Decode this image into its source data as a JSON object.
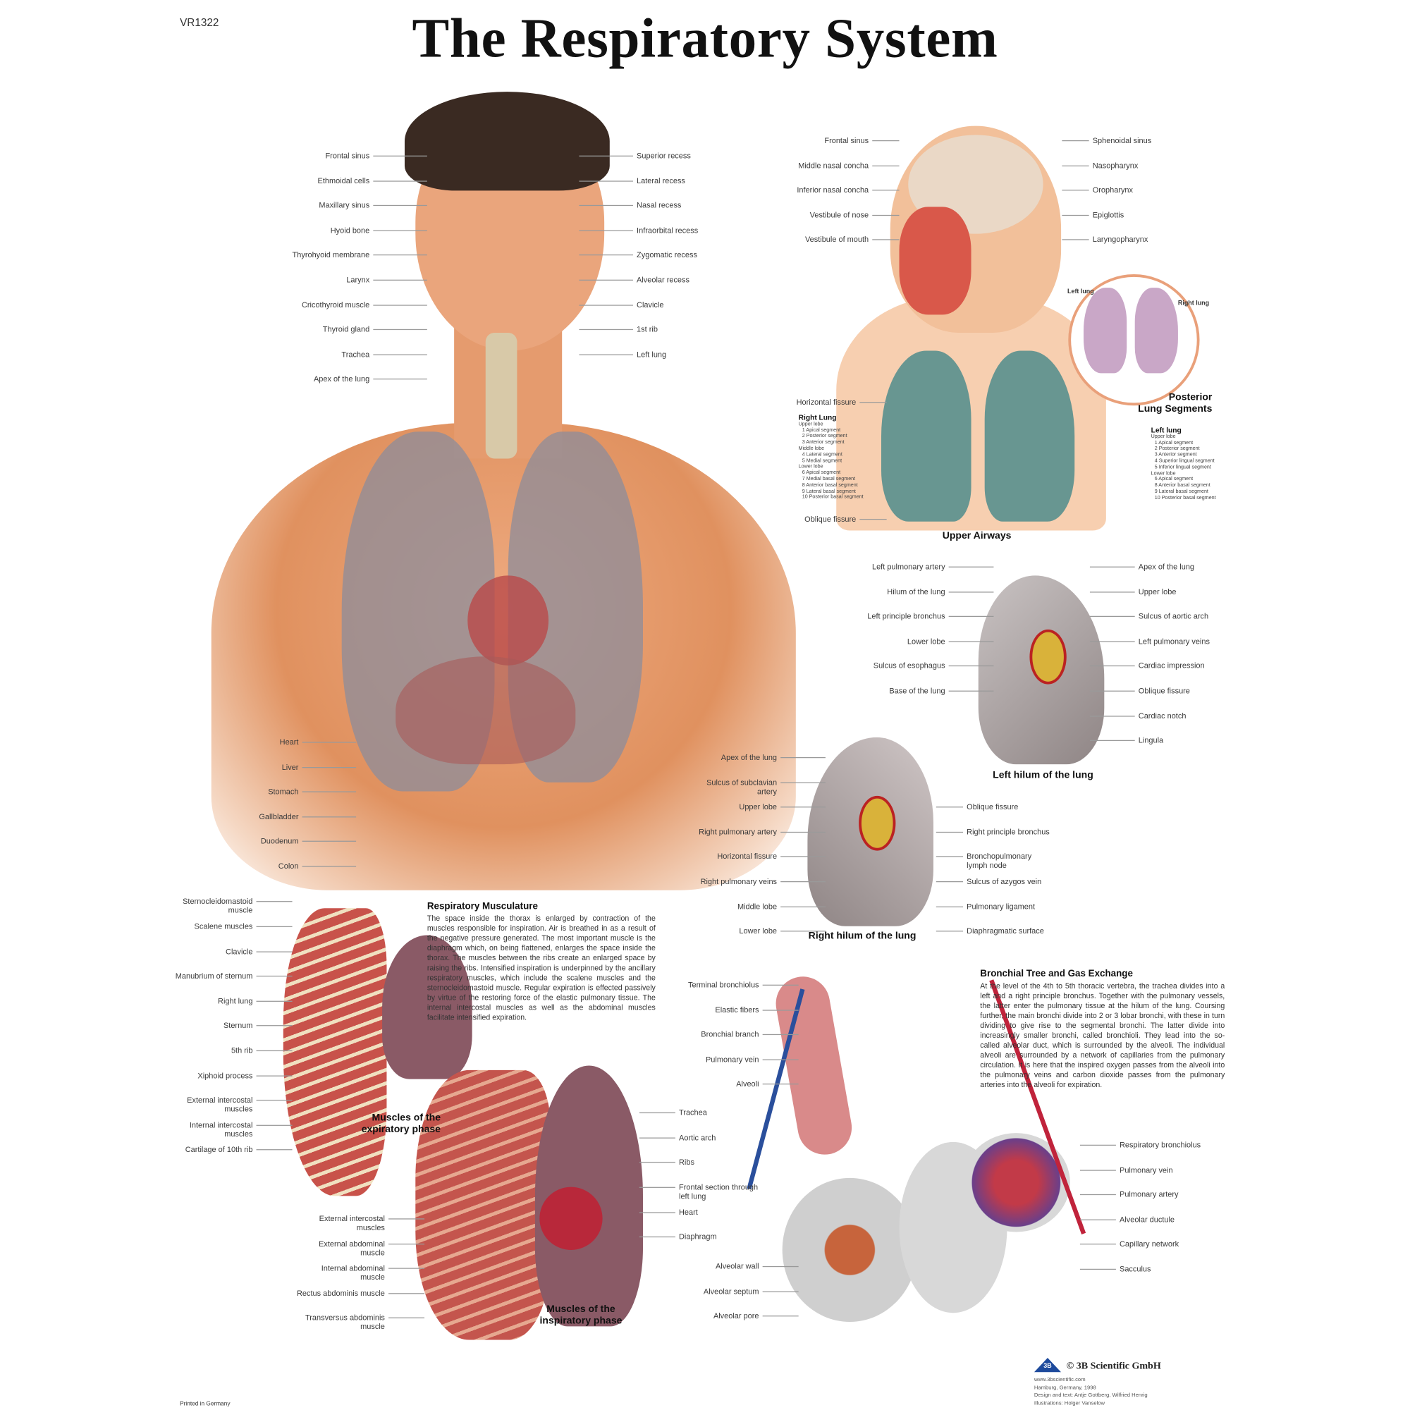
{
  "header": {
    "code": "VR1322",
    "title": "The Respiratory System"
  },
  "main_figure": {
    "left_labels": [
      "Frontal sinus",
      "Ethmoidal cells",
      "Maxillary sinus",
      "Hyoid bone",
      "Thyrohyoid membrane",
      "Larynx",
      "Cricothyroid muscle",
      "Thyroid gland",
      "Trachea",
      "Apex of the lung"
    ],
    "right_labels": [
      "Superior recess",
      "Lateral recess",
      "Nasal recess",
      "Infraorbital recess",
      "Zygomatic recess",
      "Alveolar recess",
      "Clavicle",
      "1st rib",
      "Left lung"
    ],
    "organ_labels": [
      "Heart",
      "Liver",
      "Stomach",
      "Gallbladder",
      "Duodenum",
      "Colon"
    ]
  },
  "upper_airways": {
    "caption": "Upper Airways",
    "left_labels": [
      "Frontal sinus",
      "Middle nasal concha",
      "Inferior nasal concha",
      "Vestibule of nose",
      "Vestibule of mouth"
    ],
    "right_labels": [
      "Sphenoidal sinus",
      "Nasopharynx",
      "Oropharynx",
      "Epiglottis",
      "Laryngopharynx"
    ],
    "horizontal_fissure": "Horizontal fissure",
    "oblique_fissure": "Oblique fissure",
    "right_lung_list": {
      "title": "Right Lung",
      "items": [
        "Upper lobe",
        "1  Apical segment",
        "2  Posterior segment",
        "3  Anterior segment",
        "Middle lobe",
        "4  Lateral segment",
        "5  Medial segment",
        "Lower lobe",
        "6  Apical segment",
        "7  Medial basal segment",
        "8  Anterior basal segment",
        "9  Lateral basal segment",
        "10  Posterior basal segment"
      ]
    }
  },
  "posterior_segments": {
    "caption_line1": "Posterior",
    "caption_line2": "Lung Segments",
    "left_lung_tag": "Left lung",
    "right_lung_tag": "Right lung",
    "left_lung_list": {
      "title": "Left lung",
      "items": [
        "Upper lobe",
        "1  Apical segment",
        "2  Posterior segment",
        "3  Anterior segment",
        "4  Superior lingual segment",
        "5  Inferior lingual segment",
        "Lower lobe",
        "6  Apical segment",
        "8  Anterior basal segment",
        "9  Lateral basal segment",
        "10  Posterior basal segment"
      ]
    }
  },
  "left_hilum": {
    "caption": "Left hilum of the lung",
    "left_labels": [
      "Left pulmonary artery",
      "Hilum of the lung",
      "Left principle bronchus",
      "Lower lobe",
      "Sulcus of esophagus",
      "Base of the lung"
    ],
    "right_labels": [
      "Apex of the lung",
      "Upper lobe",
      "Sulcus of aortic arch",
      "Left pulmonary veins",
      "Cardiac impression",
      "Oblique fissure",
      "Cardiac notch",
      "Lingula"
    ]
  },
  "right_hilum": {
    "caption": "Right hilum of the lung",
    "left_labels": [
      "Apex of the lung",
      "Sulcus of subclavian artery",
      "Upper lobe",
      "Right pulmonary artery",
      "Horizontal fissure",
      "Right pulmonary veins",
      "Middle lobe",
      "Lower lobe"
    ],
    "right_labels": [
      "Oblique fissure",
      "Right principle bronchus",
      "Bronchopulmonary lymph node",
      "Sulcus of azygos vein",
      "Pulmonary ligament",
      "Diaphragmatic surface"
    ]
  },
  "musculature": {
    "heading": "Respiratory Musculature",
    "text": "The space inside the thorax is enlarged by contraction of the muscles responsible for inspiration. Air is breathed in as a result of the negative pressure generated. The most important muscle is the diaphragm which, on being flattened, enlarges the space inside the thorax. The muscles between the ribs create an enlarged space by raising the ribs. Intensified inspiration is underpinned by the ancillary respiratory muscles, which include the scalene muscles and the sternocleidomastoid muscle. Regular expiration is effected passively by virtue of the restoring force of the elastic pulmonary tissue. The internal intercostal muscles as well as the abdominal muscles facilitate intensified expiration.",
    "expiratory_caption_line1": "Muscles of the",
    "expiratory_caption_line2": "expiratory phase",
    "inspiratory_caption_line1": "Muscles of the",
    "inspiratory_caption_line2": "inspiratory phase",
    "expiratory_labels": [
      "Sternocleidomastoid muscle",
      "Scalene muscles",
      "Clavicle",
      "Manubrium of sternum",
      "Right lung",
      "Sternum",
      "5th rib",
      "Xiphoid process",
      "External intercostal muscles",
      "Internal intercostal muscles",
      "Cartilage of 10th rib"
    ],
    "inspiratory_left_labels": [
      "External intercostal muscles",
      "External abdominal muscle",
      "Internal abdominal muscle",
      "Rectus abdominis muscle",
      "Transversus abdominis muscle"
    ],
    "inspiratory_right_labels": [
      "Trachea",
      "Aortic arch",
      "Ribs",
      "Frontal section through left lung",
      "Heart",
      "Diaphragm"
    ]
  },
  "bronchial_tree": {
    "heading": "Bronchial Tree and Gas Exchange",
    "text": "At the level of the 4th to 5th thoracic vertebra, the trachea divides into a left and a right principle bronchus. Together with the pulmonary vessels, the latter enter the pulmonary tissue at the hilum of the lung. Coursing further, the main bronchi divide into 2 or 3 lobar bronchi, with these in turn dividing to give rise to the segmental bronchi. The latter divide into increasingly smaller bronchi, called bronchioli. They lead into the so-called alveolar duct, which is surrounded by the alveoli. The individual alveoli are surrounded by a network of capillaries from the pulmonary circulation. It is here that the inspired oxygen passes from the alveoli into the pulmonary veins and carbon dioxide passes from the pulmonary arteries into the alveoli for expiration.",
    "left_labels": [
      "Terminal bronchiolus",
      "Elastic fibers",
      "Bronchial branch",
      "Pulmonary vein",
      "Alveoli"
    ],
    "lower_left_labels": [
      "Alveolar wall",
      "Alveolar septum",
      "Alveolar pore"
    ],
    "right_labels": [
      "Respiratory bronchiolus",
      "Pulmonary vein",
      "Pulmonary artery",
      "Alveolar ductule",
      "Capillary network",
      "Sacculus"
    ]
  },
  "footer": {
    "printed": "Printed in Germany",
    "logo_text": "3B",
    "copyright": "© 3B Scientific GmbH",
    "website": "www.3bscientific.com",
    "place_year": "Hamburg, Germany, 1998",
    "design": "Design and text: Antje Gottberg, Wilfried Henrig",
    "illustrations": "Illustrations: Holger Vanselow"
  },
  "colors": {
    "skin": "#e8a27a",
    "lung": "#9c8f98",
    "artery": "#c0233b",
    "vein": "#2a4f9c",
    "outline": "#e9a07a"
  }
}
